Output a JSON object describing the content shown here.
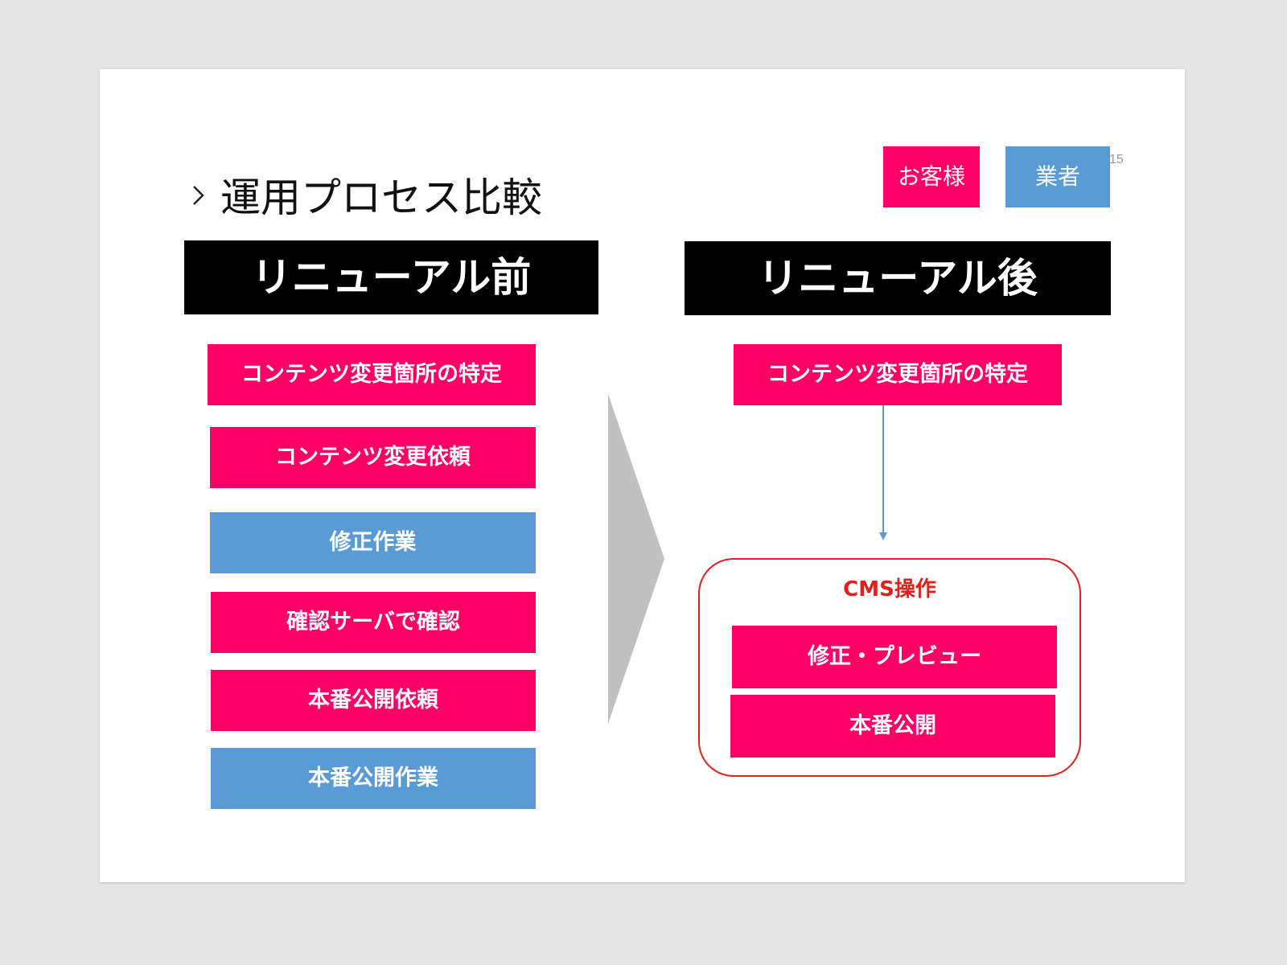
{
  "slide": {
    "title": "運用プロセス比較",
    "page_number": "15"
  },
  "legend": {
    "customer": "お客様",
    "vendor": "業者"
  },
  "before": {
    "header": "リニューアル前",
    "steps": [
      {
        "label": "コンテンツ変更箇所の特定",
        "role": "customer"
      },
      {
        "label": "コンテンツ変更依頼",
        "role": "customer"
      },
      {
        "label": "修正作業",
        "role": "vendor"
      },
      {
        "label": "確認サーバで確認",
        "role": "customer"
      },
      {
        "label": "本番公開依頼",
        "role": "customer"
      },
      {
        "label": "本番公開作業",
        "role": "vendor"
      }
    ]
  },
  "after": {
    "header": "リニューアル後",
    "first_step": {
      "label": "コンテンツ変更箇所の特定",
      "role": "customer"
    },
    "cms_group_label": "CMS操作",
    "cms_steps": [
      {
        "label": "修正・プレビュー",
        "role": "customer"
      },
      {
        "label": "本番公開",
        "role": "customer"
      }
    ]
  },
  "colors": {
    "customer": "#ff0066",
    "vendor": "#5b9bd5",
    "header_bg": "#000000",
    "cms_border": "#e0201c",
    "arrow": "#c0c0c0",
    "connector": "#5b9bd5"
  }
}
